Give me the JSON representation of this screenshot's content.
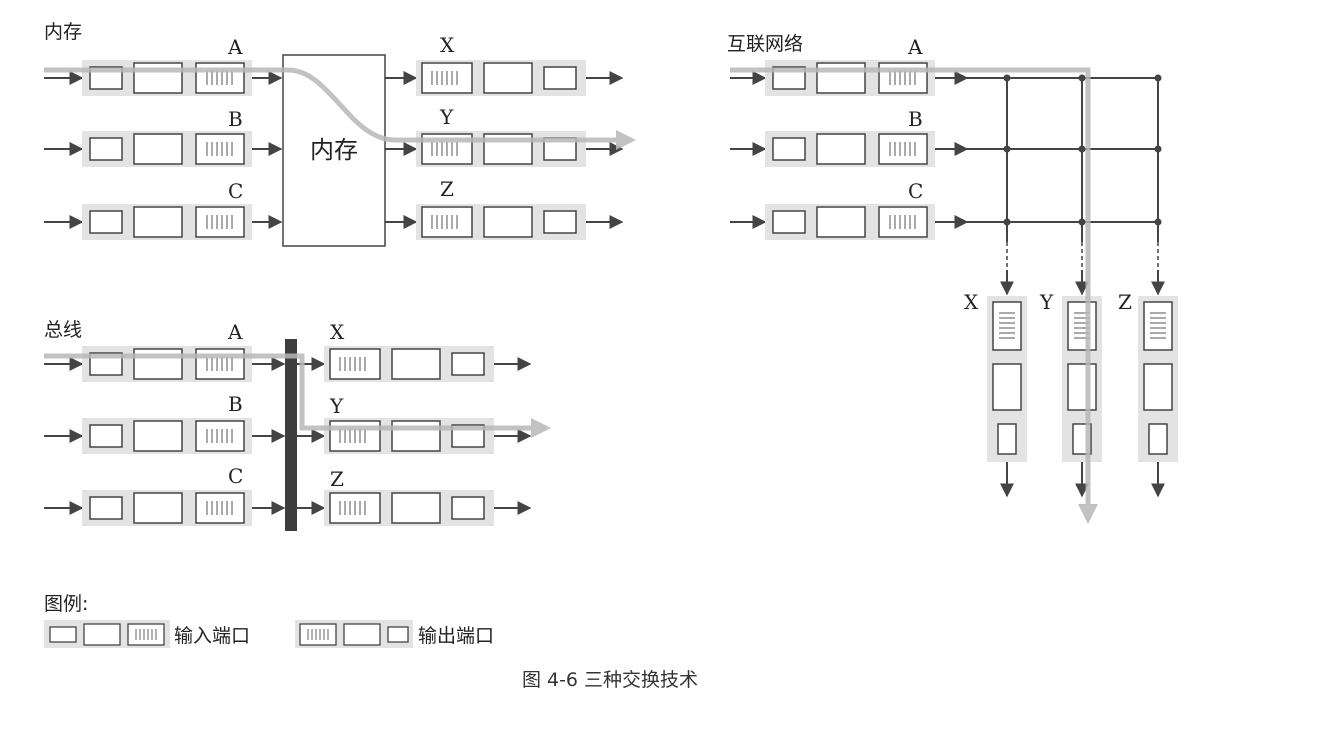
{
  "title_memory": "内存",
  "title_bus": "总线",
  "title_crossbar": "互联网络",
  "memory_block_label": "内存",
  "input_labels": [
    "A",
    "B",
    "C"
  ],
  "output_labels": [
    "X",
    "Y",
    "Z"
  ],
  "legend": {
    "title": "图例:",
    "input_port": "输入端口",
    "output_port": "输出端口"
  },
  "caption": "图 4-6   三种交换技术",
  "colors": {
    "port_fill": "#e3e3e3",
    "line": "#444444",
    "path": "#b8b8b8",
    "bus_bar": "#3d3d3d"
  }
}
